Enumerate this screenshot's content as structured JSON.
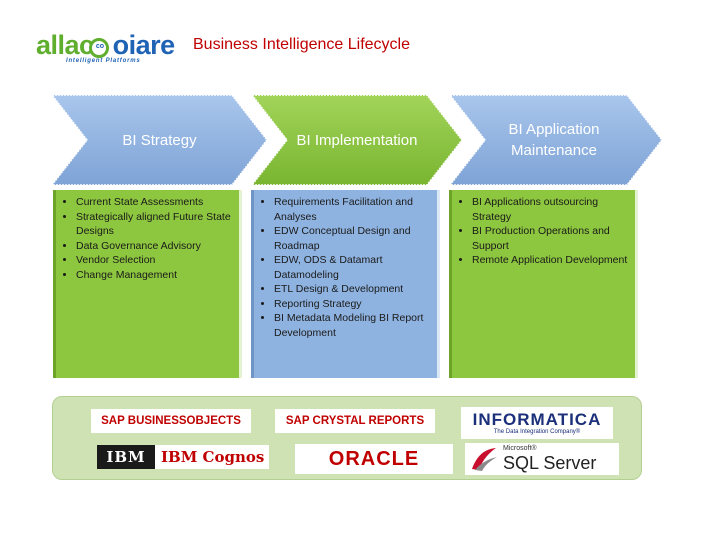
{
  "logo": {
    "part1": "alla",
    "part2": "c",
    "ring_text": "co",
    "part3": "oiare",
    "tagline": "Intelligent Platforms"
  },
  "page_title": "Business Intelligence Lifecycle",
  "colors": {
    "title": "#c00000",
    "chevron_blue": "#8fb3e0",
    "chevron_green": "#8dc63f",
    "vendor_panel": "#cfe2b4"
  },
  "stages": [
    {
      "label": "BI Strategy",
      "color": "blue",
      "items": [
        "Current State Assessments",
        "Strategically aligned Future State Designs",
        "Data Governance Advisory",
        "Vendor Selection",
        "Change Management"
      ]
    },
    {
      "label": "BI Implementation",
      "color": "green",
      "items": [
        "Requirements Facilitation and Analyses",
        " EDW Conceptual Design and Roadmap",
        "EDW, ODS & Datamart Datamodeling",
        "ETL Design & Development",
        "Reporting Strategy",
        "BI Metadata Modeling BI Report Development"
      ]
    },
    {
      "label_line1": "BI Application",
      "label_line2": "Maintenance",
      "color": "blue",
      "items": [
        "BI Applications outsourcing Strategy",
        "BI Production Operations and Support",
        "Remote Application Development"
      ]
    }
  ],
  "vendors": {
    "sap_bo": "SAP BUSINESSOBJECTS",
    "sap_cr": "SAP CRYSTAL REPORTS",
    "informatica": "INFORMATICA",
    "informatica_tag": "The Data Integration Company®",
    "ibm": "IBM",
    "ibm_cognos": "IBM Cognos",
    "oracle": "ORACLE",
    "sql_ms": "Microsoft®",
    "sql_name": "SQL Server"
  }
}
